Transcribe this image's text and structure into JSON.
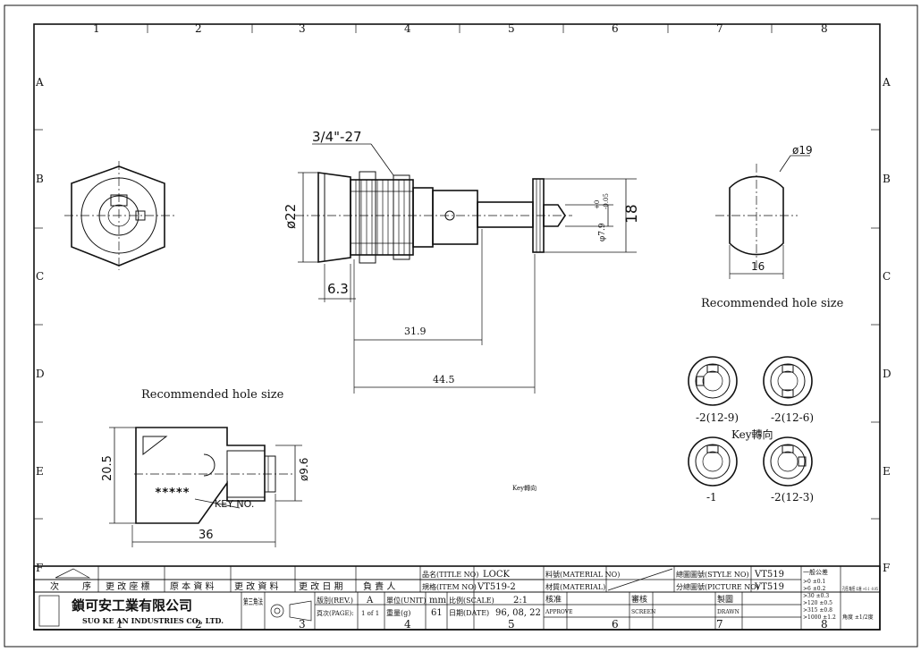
{
  "border": {
    "columns": [
      "1",
      "2",
      "3",
      "4",
      "5",
      "6",
      "7",
      "8"
    ],
    "rows": [
      "A",
      "B",
      "C",
      "D",
      "E",
      "F"
    ]
  },
  "dimensions": {
    "thread": "3/4\"-27",
    "body_dia": "ø22",
    "flange_thk": "6.3",
    "len_31": "31.9",
    "len_44": "44.5",
    "pin_dia": "φ7.9",
    "pin_tol_top": "+0",
    "pin_tol_bot": "-0.05",
    "hex_size": "18",
    "hole_dia": "ø19",
    "hole_flat": "16",
    "key_height": "20.5",
    "key_width": "36",
    "key_tip": "ø9.6"
  },
  "labels": {
    "rec_hole_right": "Recommended hole size",
    "rec_hole_left": "Recommended hole size",
    "key_direction": "Key轉向",
    "key_direction_small": "Key轉向",
    "key_number": "KEY NO.",
    "key_stars": "*****"
  },
  "key_positions": [
    "-2(12-9)",
    "-2(12-6)",
    "-1",
    "-2(12-3)"
  ],
  "title_block": {
    "rev_headers": [
      "次",
      "序",
      "更 改 座 標",
      "原 本 資 料",
      "更 改 資 料",
      "更 改 日 期",
      "負 責 人"
    ],
    "company_cn": "鎖可安工業有限公司",
    "company_en": "SUO KE AN  INDUSTRIES CO.,  LTD.",
    "projection": "第三角法",
    "title_no_label": "品名(TITLE NO)",
    "title_no": "LOCK",
    "item_no_label": "規格(ITEM NO)",
    "item_no": "VT519-2",
    "material_label": "料號(MATERIAL NO)",
    "material2_label": "材質(MATERIAL)",
    "style_no_label": "總圖圖號(STYLE NO)",
    "style_no": "VT519",
    "picture_no_label": "分總圖號(PICTURE NO)",
    "picture_no": "VT519",
    "rev_label": "版別(REV.)",
    "rev": "A",
    "unit_label": "單位(UNIT)",
    "unit": "mm",
    "scale_label": "比例(SCALE)",
    "scale": "2:1",
    "page_label": "頁次(PAGE):",
    "page": "1 of 1",
    "weight_label": "重量(g)",
    "weight": "61",
    "date_label": "日期(DATE)",
    "date": "96, 08, 22",
    "approve_label": "核准",
    "approve_en": "APPROVE",
    "screen_label": "審核",
    "screen_en": "SCREEN",
    "drawn_label": "製圖",
    "drawn_en": "DRAWN",
    "tol_header": "一般公差",
    "tol_rows": [
      ">0 ±0.1",
      ">6 ±0.2",
      ">30 ±0.3",
      ">120 ±0.5",
      ">315 ±0.8",
      ">1000 ±1.2"
    ],
    "tol_side": "孔徑,軸徑 公差 +0.1 -0.05",
    "tol_note": "角度 ±1/2度"
  }
}
